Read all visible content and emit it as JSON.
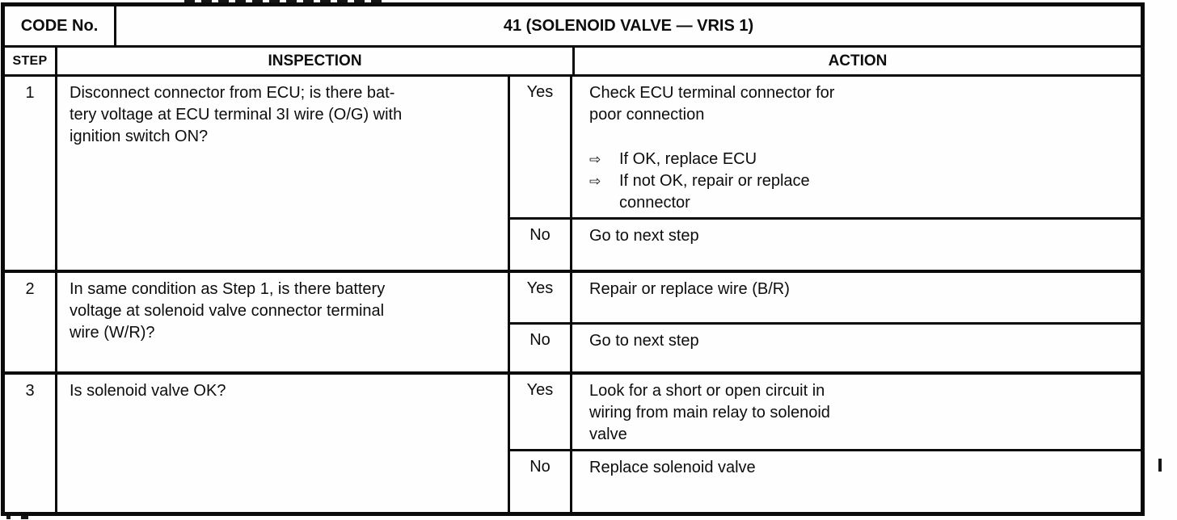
{
  "header": {
    "code_label": "CODE No.",
    "code_value": "41 (SOLENOID VALVE — VRIS 1)"
  },
  "columns": {
    "step": "STEP",
    "inspection": "INSPECTION",
    "action": "ACTION"
  },
  "bullet_icon": "⇨",
  "steps": [
    {
      "step": "1",
      "inspection": "Disconnect connector from ECU; is there bat-\ntery voltage at ECU terminal 3I wire (O/G) with\nignition switch ON?",
      "yes": {
        "label": "Yes",
        "intro": "Check ECU terminal connector for\npoor connection",
        "bullets": [
          "If OK, replace ECU",
          "If not OK, repair or replace\nconnector"
        ]
      },
      "no": {
        "label": "No",
        "action": "Go to next step"
      }
    },
    {
      "step": "2",
      "inspection": "In same condition as Step 1, is there battery\nvoltage at solenoid valve connector terminal\nwire (W/R)?",
      "yes": {
        "label": "Yes",
        "action": "Repair or replace wire (B/R)"
      },
      "no": {
        "label": "No",
        "action": "Go to next step"
      }
    },
    {
      "step": "3",
      "inspection": "Is solenoid valve OK?",
      "yes": {
        "label": "Yes",
        "action": "Look for a short or open circuit in\nwiring from main relay to solenoid\nvalve"
      },
      "no": {
        "label": "No",
        "action": "Replace solenoid valve"
      }
    }
  ]
}
